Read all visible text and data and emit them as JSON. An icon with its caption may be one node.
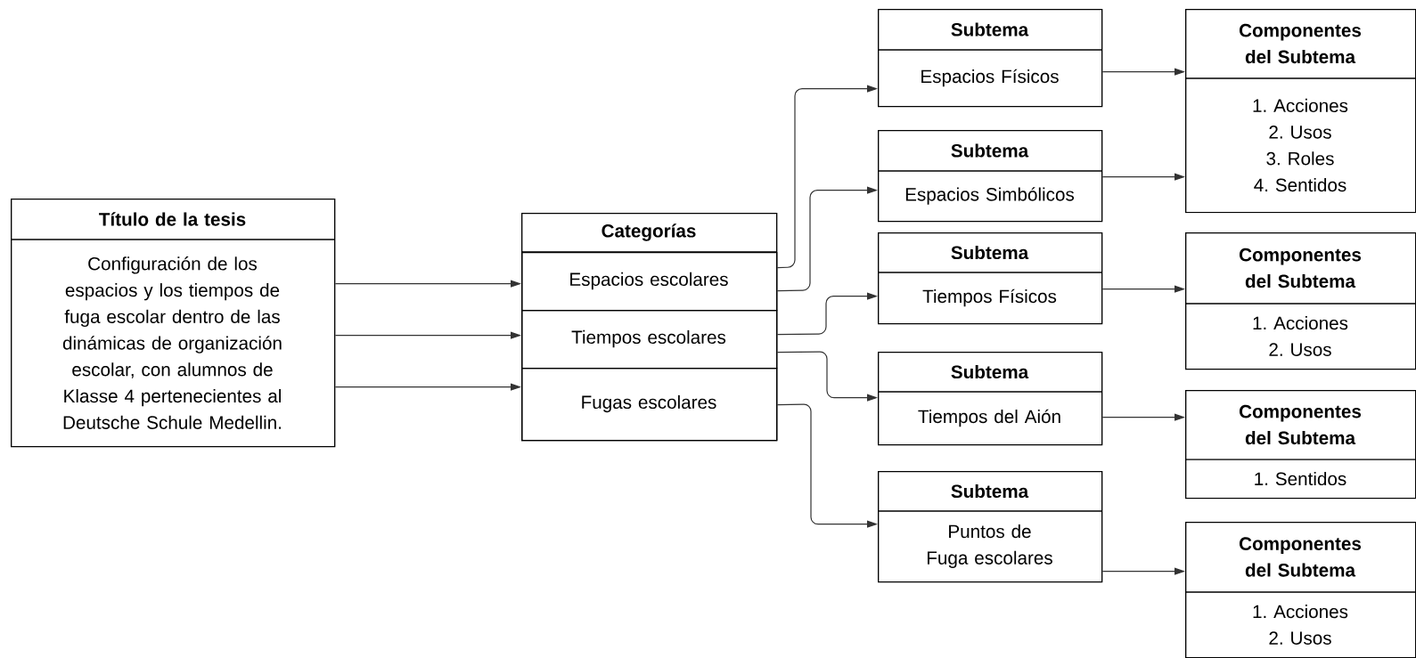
{
  "diagram": {
    "nodes": [
      {
        "text": [
          "Título de la tesis",
          "Configuración de los espacios y los tiempos de fuga escolar dentro de las dinámicas de organización escolar, con alumnos de Klasse 4 pertenecientes al Deutsche Schule Medellin."
        ]
      },
      {
        "text": [
          "Categorías"
        ]
      },
      {
        "text": [
          "Espacios escolares"
        ],
        "in": 1
      },
      {
        "text": [
          "Tiempos escolares"
        ],
        "in": 1
      },
      {
        "text": [
          "Fugas escolares"
        ],
        "in": 1
      },
      {
        "text": [
          "Subtema",
          "Espacios Físicos"
        ]
      },
      {
        "text": [
          "Componentes del Subtema",
          "1. Acciones",
          "2. Usos",
          "3. Roles",
          "4. Sentidos"
        ]
      },
      {
        "text": [
          "Subtema",
          "Espacios Simbólicos"
        ]
      },
      {
        "text": [
          "Subtema",
          "Tiempos Físicos"
        ]
      },
      {
        "text": [
          "Componentes del Subtema",
          "1. Acciones",
          "2. Usos"
        ]
      },
      {
        "text": [
          "Subtema",
          "Tiempos del Aión"
        ]
      },
      {
        "text": [
          "Componentes del Subtema",
          "1. Sentidos"
        ]
      },
      {
        "text": [
          "Subtema",
          "Puntos de Fuga escolares"
        ]
      },
      {
        "text": [
          "Componentes del Subtema",
          "1. Acciones",
          "2. Usos"
        ]
      }
    ],
    "edges": [
      {
        "from": 0,
        "to": 2,
        "arrow": "to"
      },
      {
        "from": 0,
        "to": 3,
        "arrow": "to"
      },
      {
        "from": 0,
        "to": 4,
        "arrow": "to"
      },
      {
        "from": 2,
        "to": 5,
        "arrow": "to"
      },
      {
        "from": 2,
        "to": 7,
        "arrow": "to"
      },
      {
        "from": 3,
        "to": 8,
        "arrow": "to"
      },
      {
        "from": 3,
        "to": 10,
        "arrow": "to"
      },
      {
        "from": 4,
        "to": 12,
        "arrow": "to"
      },
      {
        "from": 5,
        "to": 6,
        "arrow": "to"
      },
      {
        "from": 7,
        "to": 6,
        "arrow": "to"
      },
      {
        "from": 8,
        "to": 9,
        "arrow": "to"
      },
      {
        "from": 10,
        "to": 11,
        "arrow": "to"
      },
      {
        "from": 12,
        "to": 13,
        "arrow": "to"
      }
    ]
  }
}
